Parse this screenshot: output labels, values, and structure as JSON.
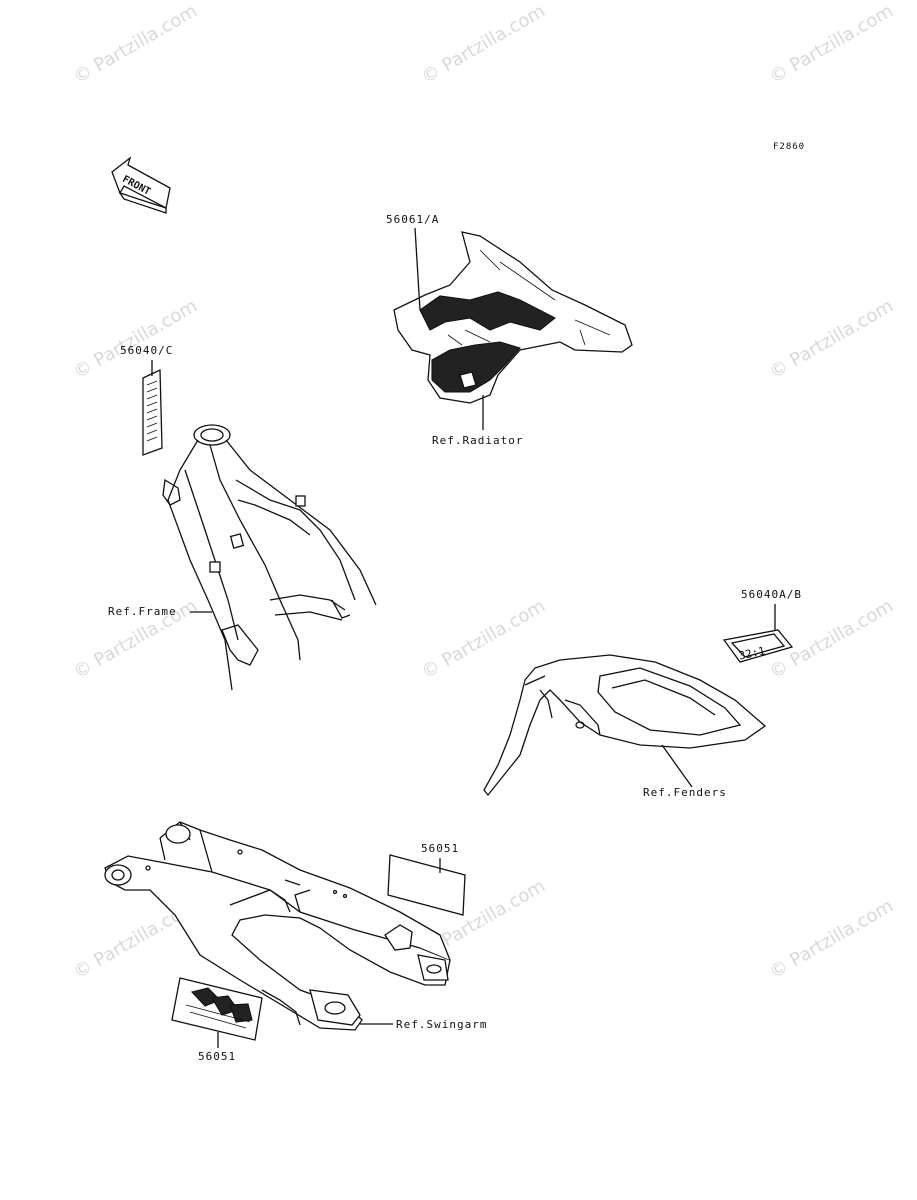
{
  "watermark": {
    "text": "© Partzilla.com"
  },
  "figure_code": "F2860",
  "front_arrow": {
    "label": "FRONT"
  },
  "labels": {
    "decal_radiator_shroud": "56061/A",
    "ref_radiator": "Ref.Radiator",
    "decal_frame": "56040/C",
    "ref_frame": "Ref.Frame",
    "decal_fender": "56040A/B",
    "fender_decal_text": "32:1",
    "ref_fenders": "Ref.Fenders",
    "decal_swingarm_top": "56051",
    "ref_swingarm": "Ref.Swingarm",
    "decal_swingarm_bottom": "56051"
  }
}
